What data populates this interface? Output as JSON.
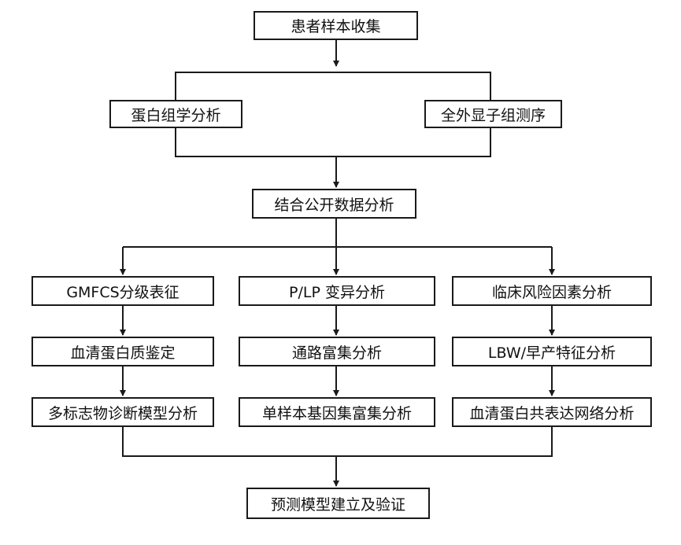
{
  "nodes": {
    "collect": "患者样本收集",
    "proteome": "蛋白组学分析",
    "wes": "全外显子组测序",
    "public": "结合公开数据分析",
    "gmfcs": "GMFCS分级表征",
    "plp": "P/LP 变异分析",
    "clinical": "临床风险因素分析",
    "serum": "血清蛋白质鉴定",
    "pathway": "通路富集分析",
    "lbw": "LBW/早产特征分析",
    "multi": "多标志物诊断模型分析",
    "ssgsea": "单样本基因集富集分析",
    "coexp": "血清蛋白共表达网络分析",
    "predict": "预测模型建立及验证"
  }
}
